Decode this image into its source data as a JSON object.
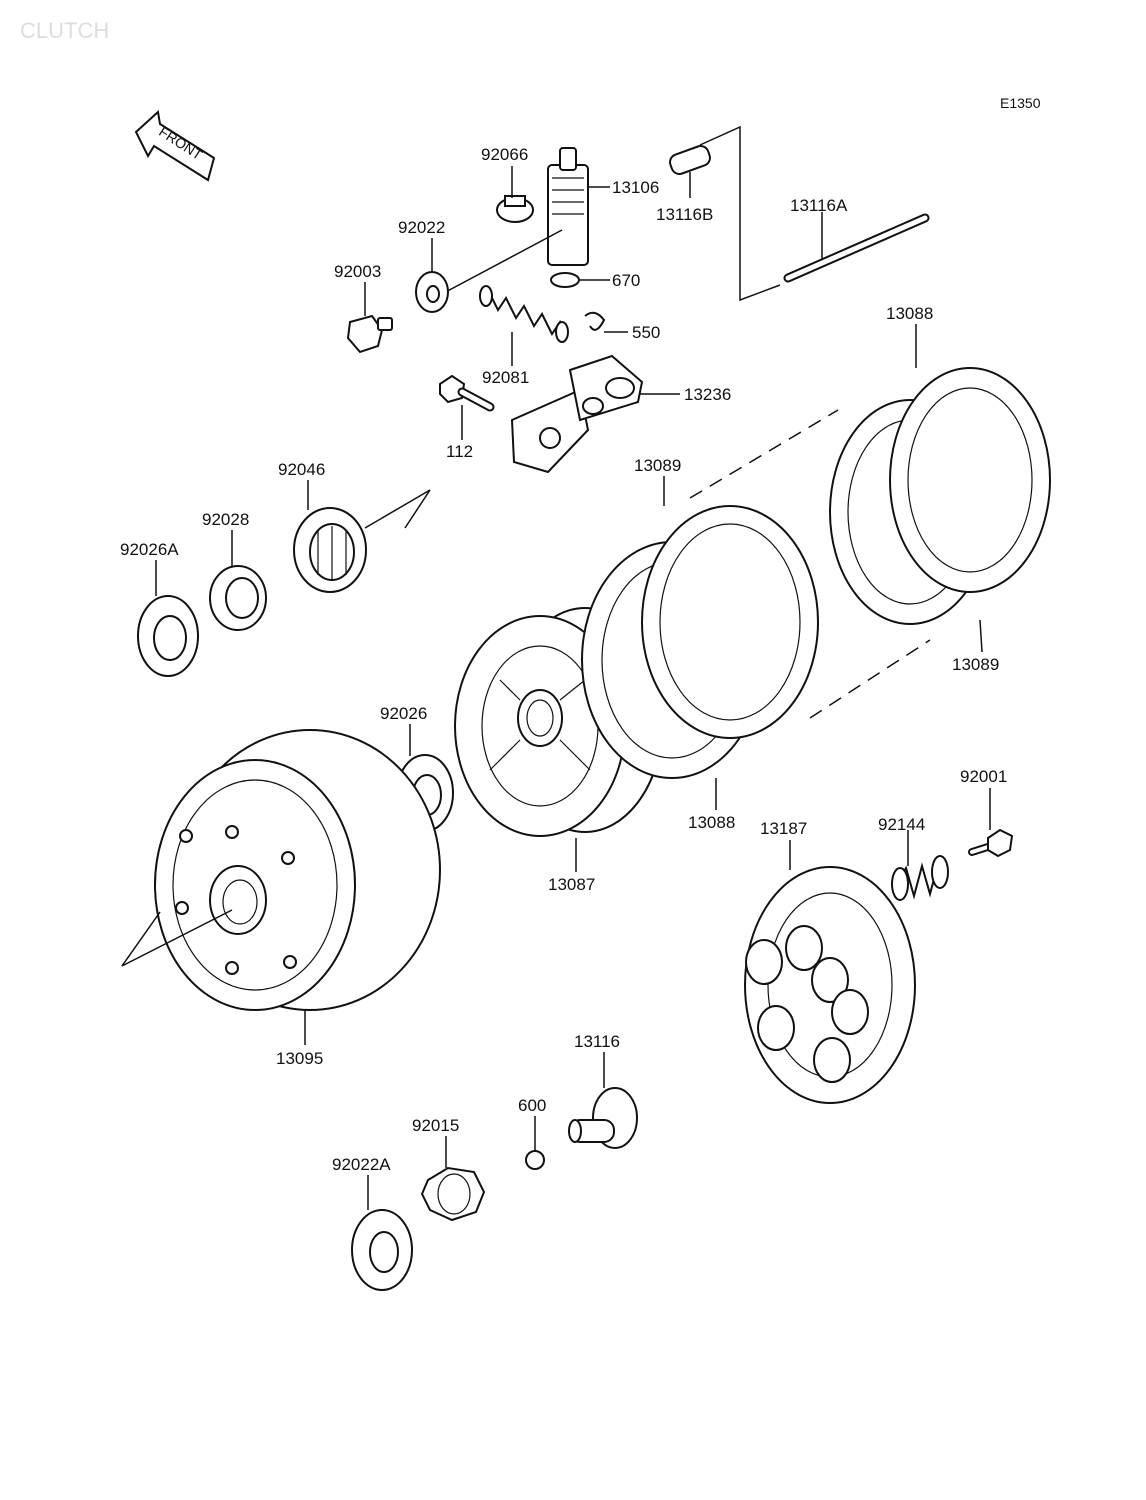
{
  "diagram": {
    "watermark": "CLUTCH",
    "code": "E1350",
    "front_label": "FRONT",
    "parts": [
      {
        "id": "p92066",
        "label": "92066"
      },
      {
        "id": "p13106",
        "label": "13106"
      },
      {
        "id": "p13116B",
        "label": "13116B"
      },
      {
        "id": "p13116A",
        "label": "13116A"
      },
      {
        "id": "p92022",
        "label": "92022"
      },
      {
        "id": "p92003",
        "label": "92003"
      },
      {
        "id": "p670",
        "label": "670"
      },
      {
        "id": "p550",
        "label": "550"
      },
      {
        "id": "p92081",
        "label": "92081"
      },
      {
        "id": "p13236",
        "label": "13236"
      },
      {
        "id": "p112",
        "label": "112"
      },
      {
        "id": "p13088a",
        "label": "13088"
      },
      {
        "id": "p92046",
        "label": "92046"
      },
      {
        "id": "p92028",
        "label": "92028"
      },
      {
        "id": "p92026A",
        "label": "92026A"
      },
      {
        "id": "p13089a",
        "label": "13089"
      },
      {
        "id": "p13089b",
        "label": "13089"
      },
      {
        "id": "p92026",
        "label": "92026"
      },
      {
        "id": "p13088b",
        "label": "13088"
      },
      {
        "id": "p13087",
        "label": "13087"
      },
      {
        "id": "p13187",
        "label": "13187"
      },
      {
        "id": "p92144",
        "label": "92144"
      },
      {
        "id": "p92001",
        "label": "92001"
      },
      {
        "id": "p13095",
        "label": "13095"
      },
      {
        "id": "p13116",
        "label": "13116"
      },
      {
        "id": "p600",
        "label": "600"
      },
      {
        "id": "p92015",
        "label": "92015"
      },
      {
        "id": "p92022A",
        "label": "92022A"
      }
    ]
  }
}
